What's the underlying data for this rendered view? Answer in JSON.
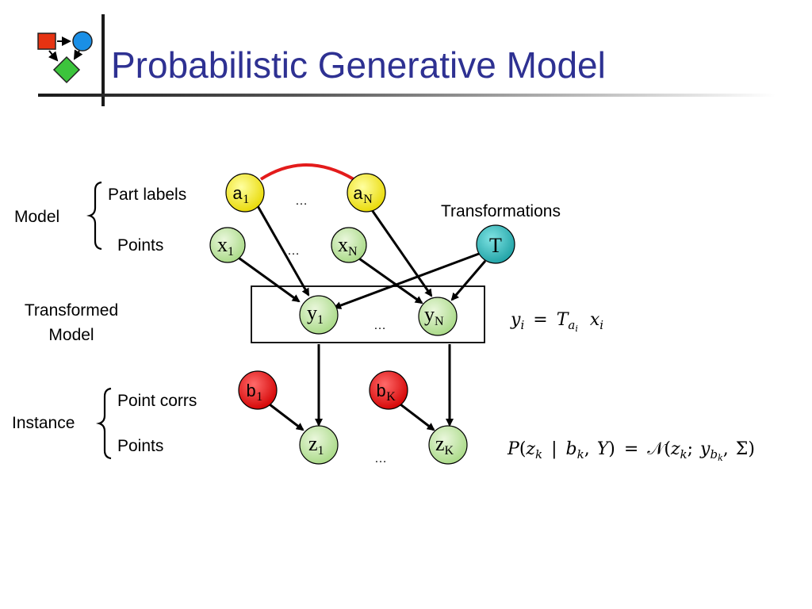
{
  "title": "Probabilistic Generative Model",
  "labels": {
    "model": "Model",
    "part_labels": "Part labels",
    "points_model": "Points",
    "transformations": "Transformations",
    "transformed_line1": "Transformed",
    "transformed_line2": "Model",
    "instance": "Instance",
    "point_corrs": "Point corrs",
    "points_instance": "Points"
  },
  "nodes": {
    "a1": {
      "base": "a",
      "sub": "1"
    },
    "aN": {
      "base": "a",
      "sub": "N"
    },
    "x1": {
      "base": "x",
      "sub": "1"
    },
    "xN": {
      "base": "x",
      "sub": "N"
    },
    "T": {
      "base": "T"
    },
    "y1": {
      "base": "y",
      "sub": "1"
    },
    "yN": {
      "base": "y",
      "sub": "N"
    },
    "b1": {
      "base": "b",
      "sub": "1"
    },
    "bK": {
      "base": "b",
      "sub": "K"
    },
    "z1": {
      "base": "z",
      "sub": "1"
    },
    "zK": {
      "base": "z",
      "sub": "K"
    }
  },
  "ellipsis": "…",
  "equations": {
    "eq1": {
      "y": "y",
      "i": "i",
      "eq": "=",
      "T": "T",
      "a": "a",
      "ai": "i",
      "x": "x",
      "xi": "i"
    },
    "eq2": {
      "P": "P",
      "open": "(",
      "z": "z",
      "k": "k",
      "bar": "|",
      "b": "b",
      "comma": ",",
      "Y": "Y",
      "close": ")",
      "eq": "=",
      "N": "𝒩",
      "semi": ";",
      "y": "y",
      "sigma": "Σ"
    }
  },
  "colors": {
    "title": "#2e3192",
    "yellow_node": "#f2ef1b",
    "green_node": "#c6e8a6",
    "teal_node": "#2fb8b8",
    "red_node": "#e80f0f",
    "red_link": "#e31b1b"
  },
  "logo_icons": [
    "red-square-icon",
    "blue-circle-icon",
    "green-diamond-icon"
  ]
}
